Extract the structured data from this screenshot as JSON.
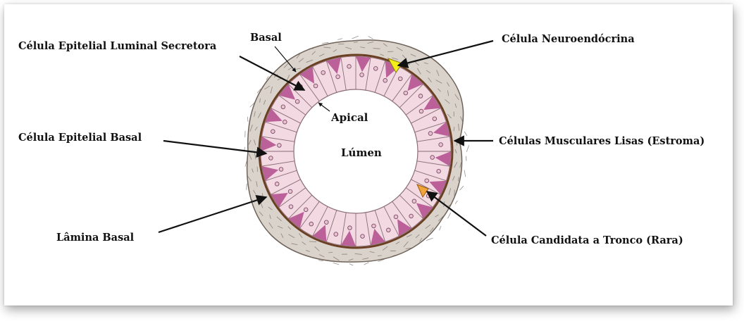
{
  "labels": {
    "luminal_secretory": "Célula Epitelial Luminal Secretora",
    "basal_top": "Basal",
    "neuroendocrine": "Célula Neuroendócrina",
    "apical": "Apical",
    "basal_epithelial": "Célula Epitelial Basal",
    "lumen": "Lúmen",
    "smooth_muscle": "Células Musculares Lisas (Estroma)",
    "basal_lamina": "Lâmina Basal",
    "stem_candidate": "Célula Candidata a Tronco (Rara)"
  },
  "colors": {
    "stroma_fill": "#d9d3cc",
    "stroma_line": "#6e6259",
    "luminal_cell": "#f3d9e2",
    "luminal_outline": "#8a6d78",
    "basal_cell": "#b04a8c",
    "basal_lamina": "#6b3f22",
    "neuroendocrine": "#f2ee1a",
    "stem_cell": "#f0a53a",
    "arrow": "#111111"
  }
}
